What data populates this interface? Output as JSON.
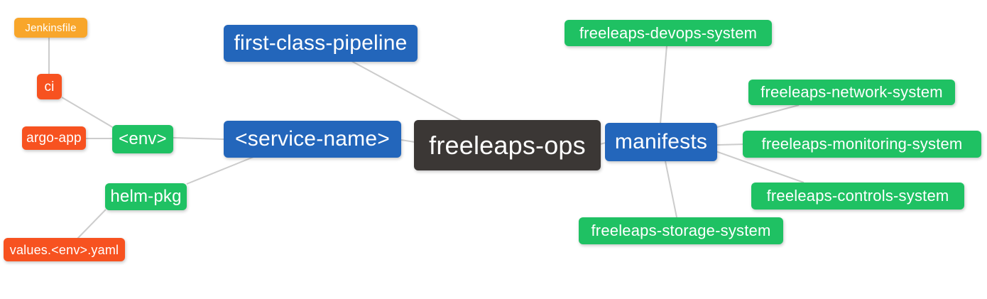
{
  "diagram": {
    "type": "mindmap",
    "root_label": "freeleaps-ops"
  },
  "palette": {
    "root": "#3B3735",
    "branch": "#2366BB",
    "leaf": "#1FC163",
    "sub": "#F75220",
    "subsub": "#F8A62B",
    "edge": "#CCCCCC",
    "text": "#FFFFFF",
    "background": "#FFFFFF"
  },
  "nodes": {
    "root": {
      "label": "freeleaps-ops"
    },
    "pipeline": {
      "label": "first-class-pipeline"
    },
    "service": {
      "label": "<service-name>"
    },
    "manifests": {
      "label": "manifests"
    },
    "env": {
      "label": "<env>"
    },
    "helm": {
      "label": "helm-pkg"
    },
    "ci": {
      "label": "ci"
    },
    "argo": {
      "label": "argo-app"
    },
    "jenkinsfile": {
      "label": "Jenkinsfile"
    },
    "values": {
      "label": "values.<env>.yaml"
    },
    "devops": {
      "label": "freeleaps-devops-system"
    },
    "network": {
      "label": "freeleaps-network-system"
    },
    "monitoring": {
      "label": "freeleaps-monitoring-system"
    },
    "controls": {
      "label": "freeleaps-controls-system"
    },
    "storage": {
      "label": "freeleaps-storage-system"
    }
  },
  "edges": [
    {
      "from": "jenkinsfile",
      "to": "ci"
    },
    {
      "from": "ci",
      "to": "env"
    },
    {
      "from": "argo",
      "to": "env"
    },
    {
      "from": "env",
      "to": "service"
    },
    {
      "from": "service",
      "to": "helm"
    },
    {
      "from": "helm",
      "to": "values"
    },
    {
      "from": "pipeline",
      "to": "root"
    },
    {
      "from": "service",
      "to": "root"
    },
    {
      "from": "root",
      "to": "manifests"
    },
    {
      "from": "manifests",
      "to": "devops"
    },
    {
      "from": "manifests",
      "to": "network"
    },
    {
      "from": "manifests",
      "to": "monitoring"
    },
    {
      "from": "manifests",
      "to": "controls"
    },
    {
      "from": "manifests",
      "to": "storage"
    }
  ]
}
